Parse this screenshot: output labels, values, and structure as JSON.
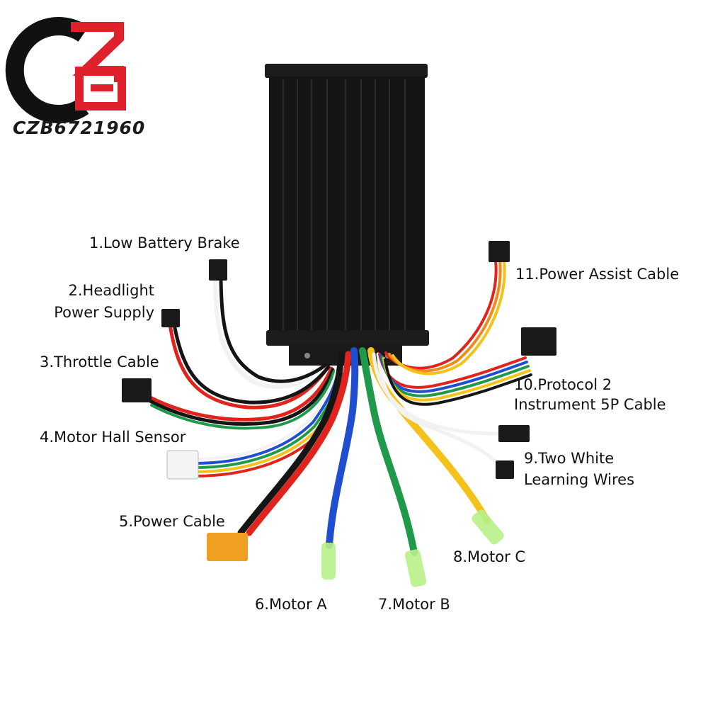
{
  "brand": {
    "logo_text": "CZB6721960",
    "logo_colors": {
      "primary": "#111111",
      "accent": "#e0202a"
    }
  },
  "product": {
    "name": "e-bike / scooter brushless motor controller",
    "case_color": "#151515"
  },
  "labels": [
    {
      "id": "low-battery-brake",
      "lines": [
        "1.Low Battery Brake"
      ]
    },
    {
      "id": "headlight-power",
      "lines": [
        "2.Headlight",
        "Power Supply"
      ]
    },
    {
      "id": "throttle-cable",
      "lines": [
        "3.Throttle Cable"
      ]
    },
    {
      "id": "motor-hall-sensor",
      "lines": [
        "4.Motor Hall Sensor"
      ]
    },
    {
      "id": "power-cable",
      "lines": [
        "5.Power Cable"
      ]
    },
    {
      "id": "motor-a",
      "lines": [
        "6.Motor A"
      ]
    },
    {
      "id": "motor-b",
      "lines": [
        "7.Motor B"
      ]
    },
    {
      "id": "motor-c",
      "lines": [
        "8.Motor C"
      ]
    },
    {
      "id": "learning-wires",
      "lines": [
        "9.Two White",
        "Learning Wires"
      ]
    },
    {
      "id": "protocol-cable",
      "lines": [
        "10.Protocol 2",
        "Instrument 5P Cable"
      ]
    },
    {
      "id": "power-assist",
      "lines": [
        "11.Power Assist Cable"
      ]
    }
  ],
  "wire_colors": {
    "red": "#e0231c",
    "black": "#151515",
    "blue": "#1f4fd0",
    "green": "#1f9a4a",
    "yellow": "#f4c21a",
    "orange": "#f08a1a",
    "white": "#f2f2f2",
    "brown": "#7a4a1e"
  }
}
